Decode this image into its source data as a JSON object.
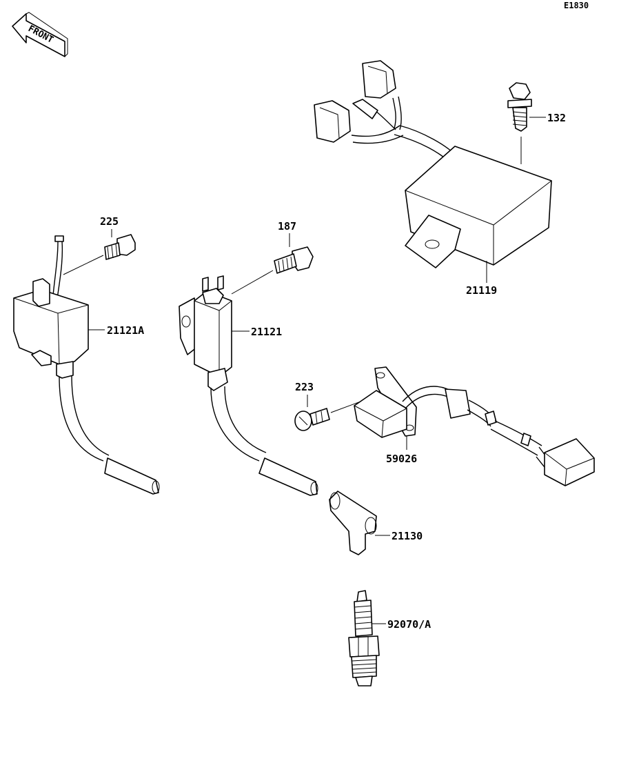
{
  "diagram_code": "E1830",
  "orientation_label": "FRONT",
  "parts": [
    {
      "id": "cdi_unit",
      "label": "21119",
      "icon": "cdi-unit-icon"
    },
    {
      "id": "bolt_132",
      "label": "132",
      "icon": "bolt-icon"
    },
    {
      "id": "cap_225",
      "label": "225",
      "icon": "connector-cap-icon"
    },
    {
      "id": "coil_21121A",
      "label": "21121A",
      "icon": "ignition-coil-icon"
    },
    {
      "id": "screw_187",
      "label": "187",
      "icon": "screw-icon"
    },
    {
      "id": "coil_21121",
      "label": "21121",
      "icon": "ignition-coil-icon"
    },
    {
      "id": "screw_223",
      "label": "223",
      "icon": "screw-icon"
    },
    {
      "id": "pickup_59026",
      "label": "59026",
      "icon": "pickup-coil-icon"
    },
    {
      "id": "plug_cap_21130",
      "label": "21130",
      "icon": "spark-plug-cap-icon"
    },
    {
      "id": "spark_plug",
      "label": "92070/A",
      "icon": "spark-plug-icon"
    }
  ]
}
